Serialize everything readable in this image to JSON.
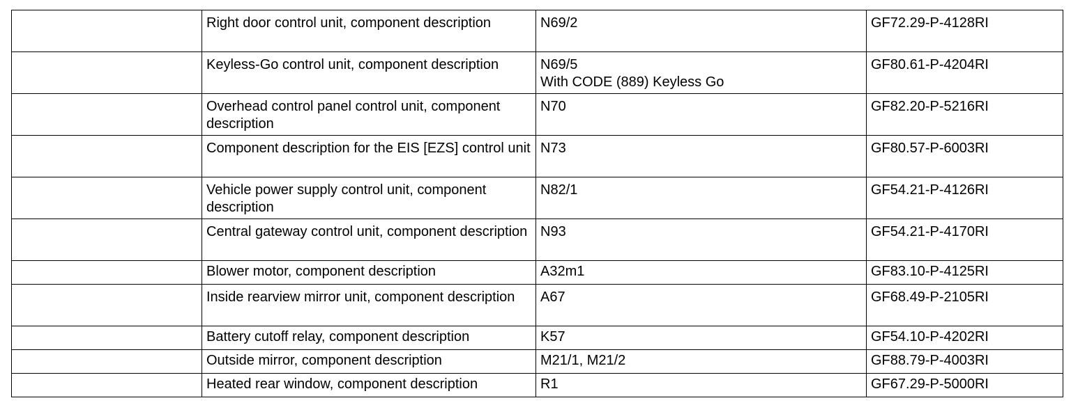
{
  "rows": [
    {
      "description": "Right door control unit, component description",
      "code": "N69/2",
      "code_note": "",
      "reference": "GF72.29-P-4128RI"
    },
    {
      "description": "Keyless-Go control unit, component description",
      "code": "N69/5",
      "code_note": "With CODE (889) Keyless Go",
      "reference": "GF80.61-P-4204RI"
    },
    {
      "description": "Overhead control panel control unit, component description",
      "code": "N70",
      "code_note": "",
      "reference": "GF82.20-P-5216RI"
    },
    {
      "description": "Component description for the EIS [EZS] control unit",
      "code": "N73",
      "code_note": "",
      "reference": "GF80.57-P-6003RI"
    },
    {
      "description": "Vehicle power supply control unit, component description",
      "code": "N82/1",
      "code_note": "",
      "reference": "GF54.21-P-4126RI"
    },
    {
      "description": "Central gateway control unit, component description",
      "code": "N93",
      "code_note": "",
      "reference": "GF54.21-P-4170RI"
    },
    {
      "description": "Blower motor, component description",
      "code": "A32m1",
      "code_note": "",
      "reference": "GF83.10-P-4125RI"
    },
    {
      "description": "Inside rearview mirror unit, component description",
      "code": "A67",
      "code_note": "",
      "reference": "GF68.49-P-2105RI"
    },
    {
      "description": "Battery cutoff relay, component description",
      "code": "K57",
      "code_note": "",
      "reference": "GF54.10-P-4202RI"
    },
    {
      "description": "Outside mirror, component description",
      "code": "M21/1, M21/2",
      "code_note": "",
      "reference": "GF88.79-P-4003RI"
    },
    {
      "description": "Heated rear window, component description",
      "code": "R1",
      "code_note": "",
      "reference": "GF67.29-P-5000RI"
    }
  ]
}
